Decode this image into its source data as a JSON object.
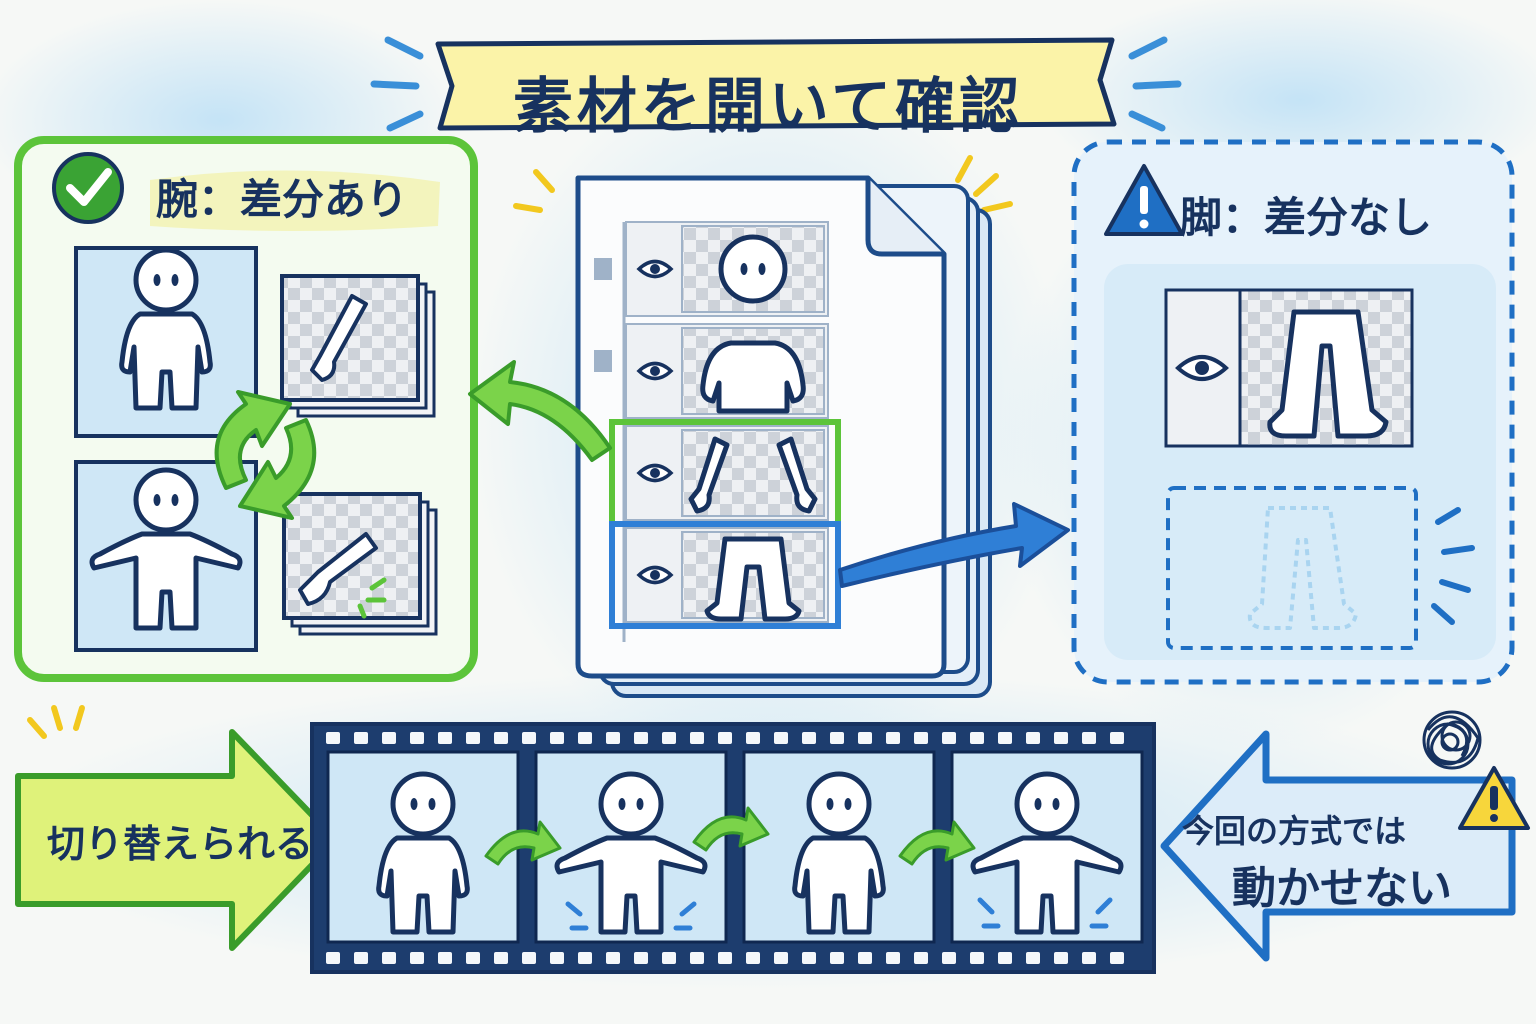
{
  "title": "素材を開いて確認",
  "arm_panel": {
    "heading": "腕：差分あり",
    "status_icon": "check-circle-icon",
    "accent_color": "#5cc43a"
  },
  "leg_panel": {
    "heading": "脚：差分なし",
    "status_icon": "warning-triangle-icon",
    "accent_color": "#1f6fc4"
  },
  "layer_file": {
    "layers": [
      {
        "part": "head",
        "visible": true,
        "highlight": "none"
      },
      {
        "part": "torso",
        "visible": true,
        "highlight": "none"
      },
      {
        "part": "arms",
        "visible": true,
        "highlight": "green"
      },
      {
        "part": "legs",
        "visible": true,
        "highlight": "blue"
      }
    ]
  },
  "bottom": {
    "switch_label": "切り替えられる",
    "cannot_move_line1": "今回の方式では",
    "cannot_move_line2": "動かせない",
    "film_frames": 4
  },
  "colors": {
    "navy": "#17325f",
    "green": "#5cc43a",
    "blue": "#1f6fc4",
    "light_blue": "#cfe7f6",
    "yellow": "#fbf3a8"
  }
}
